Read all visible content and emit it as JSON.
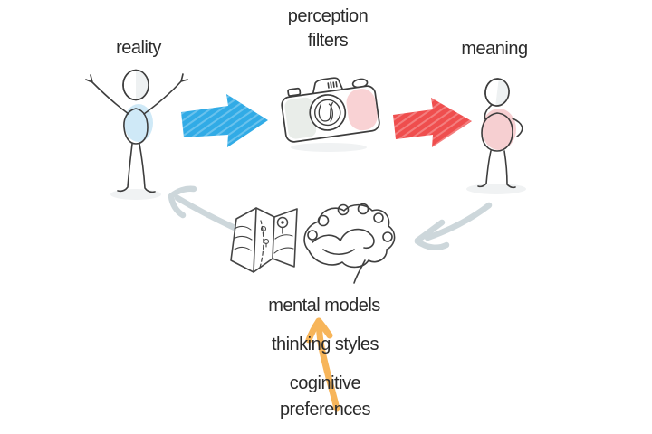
{
  "diagram": {
    "nodes": {
      "reality": {
        "label": "reality",
        "icon": "person-arms-raised-icon"
      },
      "perception_filters": {
        "label_line1": "perception",
        "label_line2": "filters",
        "icon": "camera-icon"
      },
      "meaning": {
        "label": "meaning",
        "icon": "person-thinking-icon"
      },
      "mental_models": {
        "label": "mental models",
        "icons": [
          "folded-map-icon",
          "brain-scribble-icon"
        ]
      },
      "thinking_styles": {
        "label": "thinking styles"
      },
      "cognitive_preferences": {
        "label_line1": "coginitive",
        "label_line2": "preferences"
      }
    },
    "arrows": {
      "reality_to_perception": "blue-sketch-arrow-right-icon",
      "perception_to_meaning": "red-sketch-arrow-right-icon",
      "meaning_to_mental_models": "gray-curved-arrow-down-left-icon",
      "mental_models_to_reality": "gray-curved-arrow-up-left-icon",
      "preferences_to_mental_models": "orange-curved-arrow-up-icon"
    },
    "colors": {
      "background": "#ffffff",
      "outline": "#3d3d3d",
      "text": "#2b2b2b",
      "blue_arrow": "#31abe6",
      "red_arrow": "#ef4e4e",
      "orange_arrow": "#f6ab44",
      "gray_arrow": "#cdd7db",
      "reality_body_fill": "#cfe9f7",
      "meaning_body_fill": "#f6cfd1",
      "camera_pink_fill": "#f9d2d4",
      "camera_gray_fill": "#e9ede9",
      "head_shade_fill": "#eef1f2",
      "shadow_fill": "#f0f2f3"
    }
  }
}
